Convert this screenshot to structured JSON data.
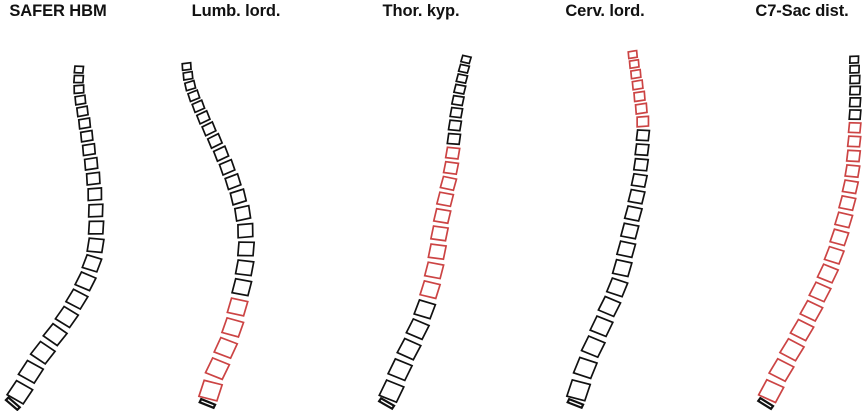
{
  "colors": {
    "normal": "#111111",
    "highlight": "#cc4444"
  },
  "panels": [
    {
      "title": "SAFER HBM",
      "highlight": []
    },
    {
      "title": "Lumb. lord.",
      "highlight": [
        17,
        18,
        19,
        20,
        21
      ]
    },
    {
      "title": "Thor. kyp.",
      "highlight": [
        8,
        9,
        10,
        11,
        12,
        13,
        14,
        15,
        16
      ]
    },
    {
      "title": "Cerv. lord.",
      "highlight": [
        0,
        1,
        2,
        3,
        4,
        5,
        6
      ]
    },
    {
      "title": "C7-Sac dist.",
      "highlight": [
        6,
        7,
        8,
        9,
        10,
        11,
        12,
        13,
        14,
        15,
        16,
        17,
        18,
        19,
        20,
        21
      ]
    }
  ]
}
